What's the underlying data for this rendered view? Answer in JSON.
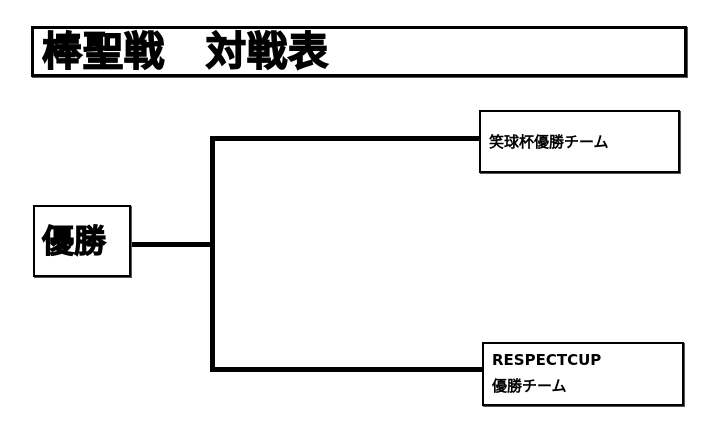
{
  "title": "棒聖戦　対戦表",
  "winner_label": "優勝",
  "teams": [
    {
      "line1": "笑球杯優勝チーム"
    },
    {
      "line1": "RESPECTCUP",
      "line2": "優勝チーム"
    }
  ]
}
